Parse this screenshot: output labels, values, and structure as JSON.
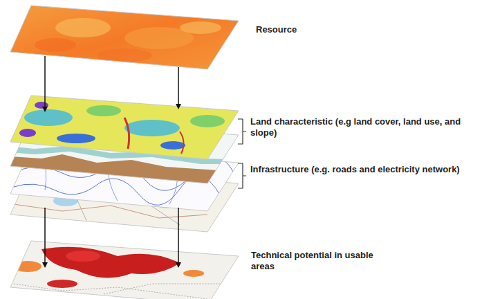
{
  "diagram": {
    "labels": [
      "Resource",
      "Land characteristic (e.g land cover, land use, and slope)",
      "Infrastructure (e.g. roads and electricity network)",
      "Technical potential in usable areas"
    ]
  }
}
